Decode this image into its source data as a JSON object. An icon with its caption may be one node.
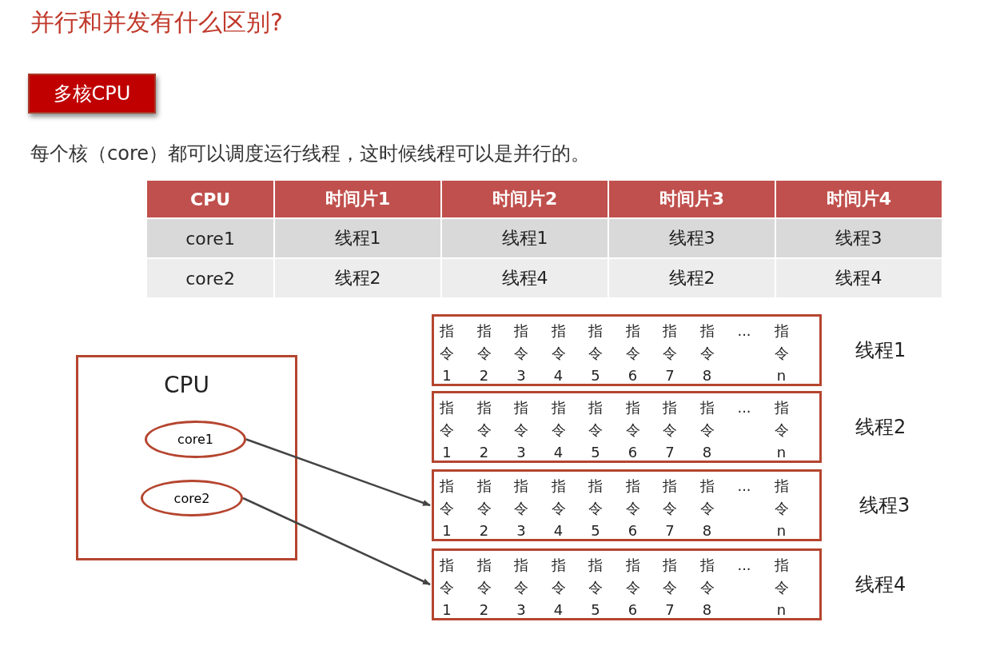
{
  "diagram": {
    "title": "并行和并发有什么区别?",
    "nodes": [
      {
        "text": [
          "多核CPU"
        ]
      },
      {
        "text": [
          "CPU"
        ]
      },
      {
        "text": [
          "core1"
        ],
        "in": 1
      },
      {
        "text": [
          "core2"
        ],
        "in": 1
      },
      {
        "text": [
          "指令1",
          "指令2",
          "指令3",
          "指令4",
          "指令5",
          "指令6",
          "指令7",
          "指令8",
          "...",
          "指令n"
        ],
        "beside": [
          "线程1"
        ]
      },
      {
        "text": [
          "指令1",
          "指令2",
          "指令3",
          "指令4",
          "指令5",
          "指令6",
          "指令7",
          "指令8",
          "...",
          "指令n"
        ],
        "beside": [
          "线程2"
        ]
      },
      {
        "text": [
          "指令1",
          "指令2",
          "指令3",
          "指令4",
          "指令5",
          "指令6",
          "指令7",
          "指令8",
          "...",
          "指令n"
        ],
        "beside": [
          "线程3"
        ]
      },
      {
        "text": [
          "指令1",
          "指令2",
          "指令3",
          "指令4",
          "指令5",
          "指令6",
          "指令7",
          "指令8",
          "...",
          "指令n"
        ],
        "beside": [
          "线程4"
        ]
      }
    ],
    "edges": [
      {
        "from": 2,
        "to": 6,
        "arrow": "to"
      },
      {
        "from": 3,
        "to": 7,
        "arrow": "to"
      }
    ],
    "labels": [
      "每个核（core）都可以调度运行线程，这时候线程可以是并行的。",
      "CPU",
      "时间片1",
      "时间片2",
      "时间片3",
      "时间片4",
      "core1",
      "线程1",
      "线程1",
      "线程3",
      "线程3",
      "core2",
      "线程2",
      "线程4",
      "线程2",
      "线程4"
    ]
  }
}
